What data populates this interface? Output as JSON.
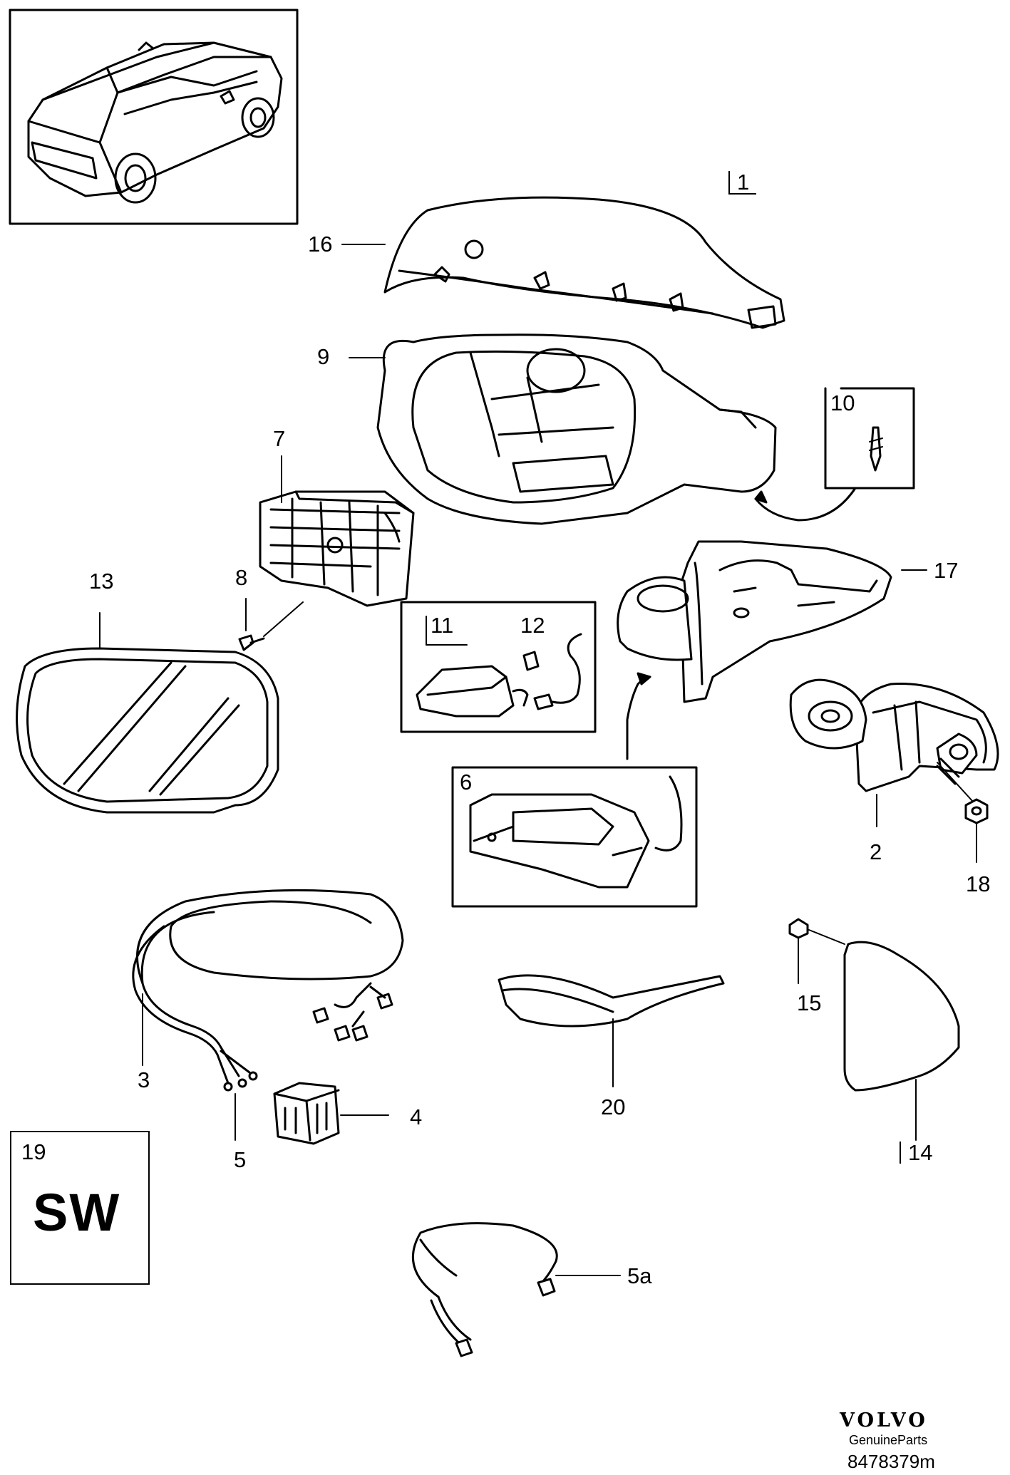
{
  "labels": {
    "p1": "1",
    "p2": "2",
    "p3": "3",
    "p4": "4",
    "p5": "5",
    "p5a": "5a",
    "p6": "6",
    "p7": "7",
    "p8": "8",
    "p9": "9",
    "p10": "10",
    "p11": "11",
    "p12": "12",
    "p13": "13",
    "p14": "14",
    "p15": "15",
    "p16": "16",
    "p17": "17",
    "p18": "18",
    "p19": "19",
    "p20": "20"
  },
  "region_code": "SW",
  "footer": {
    "brand": "VOLVO",
    "subtitle": "GenuineParts",
    "reference": "8478379m"
  }
}
